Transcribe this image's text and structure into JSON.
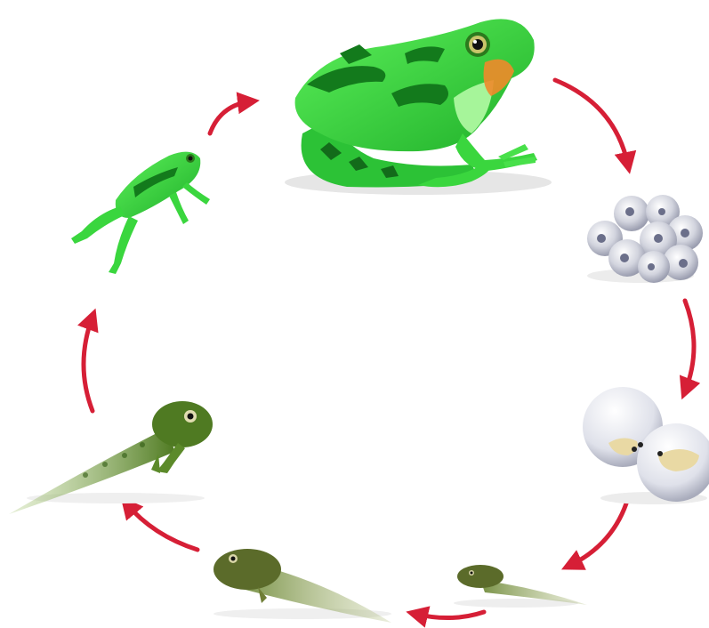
{
  "diagram": {
    "type": "cycle",
    "stages": [
      {
        "id": "adult-frog",
        "icon": "adult-frog-icon"
      },
      {
        "id": "frog-spawn",
        "icon": "frog-spawn-icon"
      },
      {
        "id": "developing-eggs",
        "icon": "developing-eggs-icon"
      },
      {
        "id": "hatchling-tadpole",
        "icon": "hatchling-tadpole-icon"
      },
      {
        "id": "tadpole",
        "icon": "tadpole-icon"
      },
      {
        "id": "tadpole-with-legs",
        "icon": "tadpole-with-legs-icon"
      },
      {
        "id": "froglet",
        "icon": "froglet-icon"
      }
    ],
    "arrow_color": "#d61f36",
    "colors": {
      "frog_light": "#48d94a",
      "frog_dark": "#1f8a28",
      "egg": "#c9cbd6",
      "tadpole": "#5b6b2a"
    }
  }
}
